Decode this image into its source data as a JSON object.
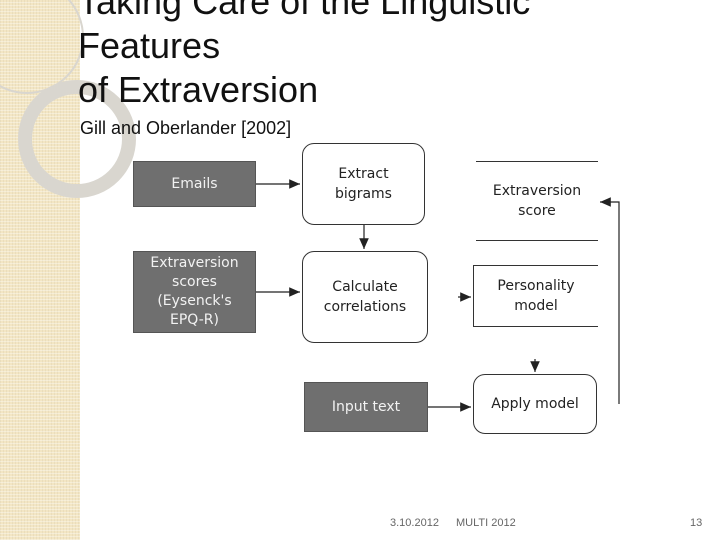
{
  "slide": {
    "title_lines": [
      "Taking Care of the Linguistic",
      "Features",
      "of Extraversion"
    ],
    "subtitle": "Gill and Oberlander [2002]",
    "footer": {
      "date": "3.10.2012",
      "event": "MULTI 2012",
      "page": "13"
    }
  },
  "diagram": {
    "emails": "Emails",
    "extract_bigrams": "Extract\nbigrams",
    "extraversion_scores": "Extraversion\nscores\n(Eysenck's\nEPQ-R)",
    "calculate_correlations": "Calculate\ncorrelations",
    "extraversion_score": "Extraversion\nscore",
    "personality_model": "Personality\nmodel",
    "input_text": "Input text",
    "apply_model": "Apply model"
  },
  "colors": {
    "gray_box": "#6f6f6f",
    "sidebar": "#f3e6c4"
  }
}
